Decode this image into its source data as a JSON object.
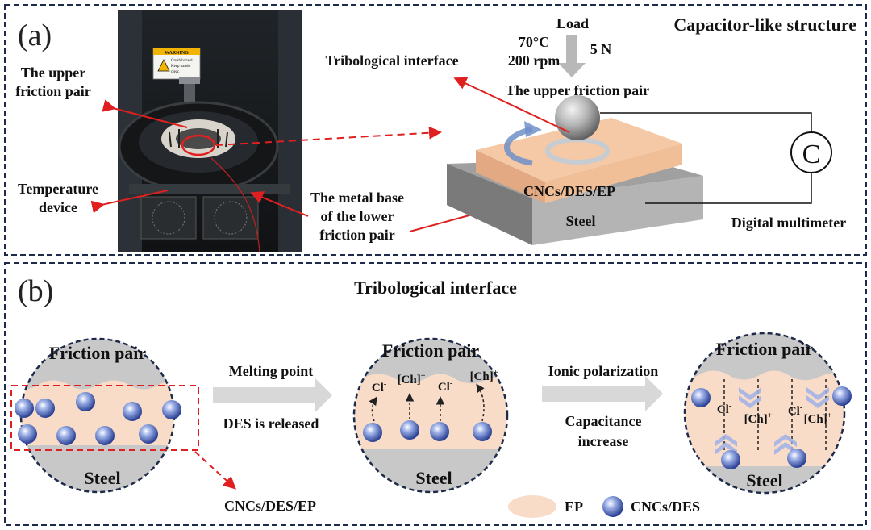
{
  "panel_a": {
    "label": "(a)",
    "title": "Capacitor-like structure",
    "photo": {
      "warning_title": "WARNING",
      "warning_line1": "Crush hazard.",
      "warning_line2": "Keep hands",
      "warning_line3": "clear.",
      "upper_pair_line1": "The upper",
      "upper_pair_line2": "friction pair",
      "temperature_line1": "Temperature",
      "temperature_line2": "device",
      "metal_base_line1": "The metal base",
      "metal_base_line2": "of the lower",
      "metal_base_line3": "friction pair"
    },
    "schematic": {
      "load": "Load",
      "temperature": "70°C",
      "speed": "200 rpm",
      "force": "5 N",
      "tribological_interface": "Tribological interface",
      "upper_pair": "The upper friction pair",
      "composite": "CNCs/DES/EP",
      "steel": "Steel",
      "capacitor_symbol": "C",
      "multimeter": "Digital multimeter"
    }
  },
  "panel_b": {
    "label": "(b)",
    "title": "Tribological interface",
    "circle1": {
      "top": "Friction pair",
      "bottom": "Steel"
    },
    "circle2": {
      "top": "Friction pair",
      "bottom": "Steel",
      "ion_cl": "Cl",
      "ion_cl_charge": "-",
      "ion_ch": "[Ch]",
      "ion_ch_charge": "+"
    },
    "circle3": {
      "top": "Friction pair",
      "bottom": "Steel",
      "ion_cl": "Cl",
      "ion_cl_charge": "-",
      "ion_ch": "[Ch]",
      "ion_ch_charge": "+"
    },
    "arrow1_top": "Melting point",
    "arrow1_bottom": "DES is released",
    "arrow2_top": "Ionic polarization",
    "arrow2_bottom_line1": "Capacitance",
    "arrow2_bottom_line2": "increase",
    "zoom_label": "CNCs/DES/EP",
    "legend_ep": "EP",
    "legend_cncs": "CNCs/DES"
  },
  "colors": {
    "ep": "#f8dcc8",
    "steel": "#c8c8c8",
    "frame": "#1e2a4a",
    "red": "#e02020",
    "block_top": "#f5c9a6",
    "particle": "#3a55b0"
  }
}
